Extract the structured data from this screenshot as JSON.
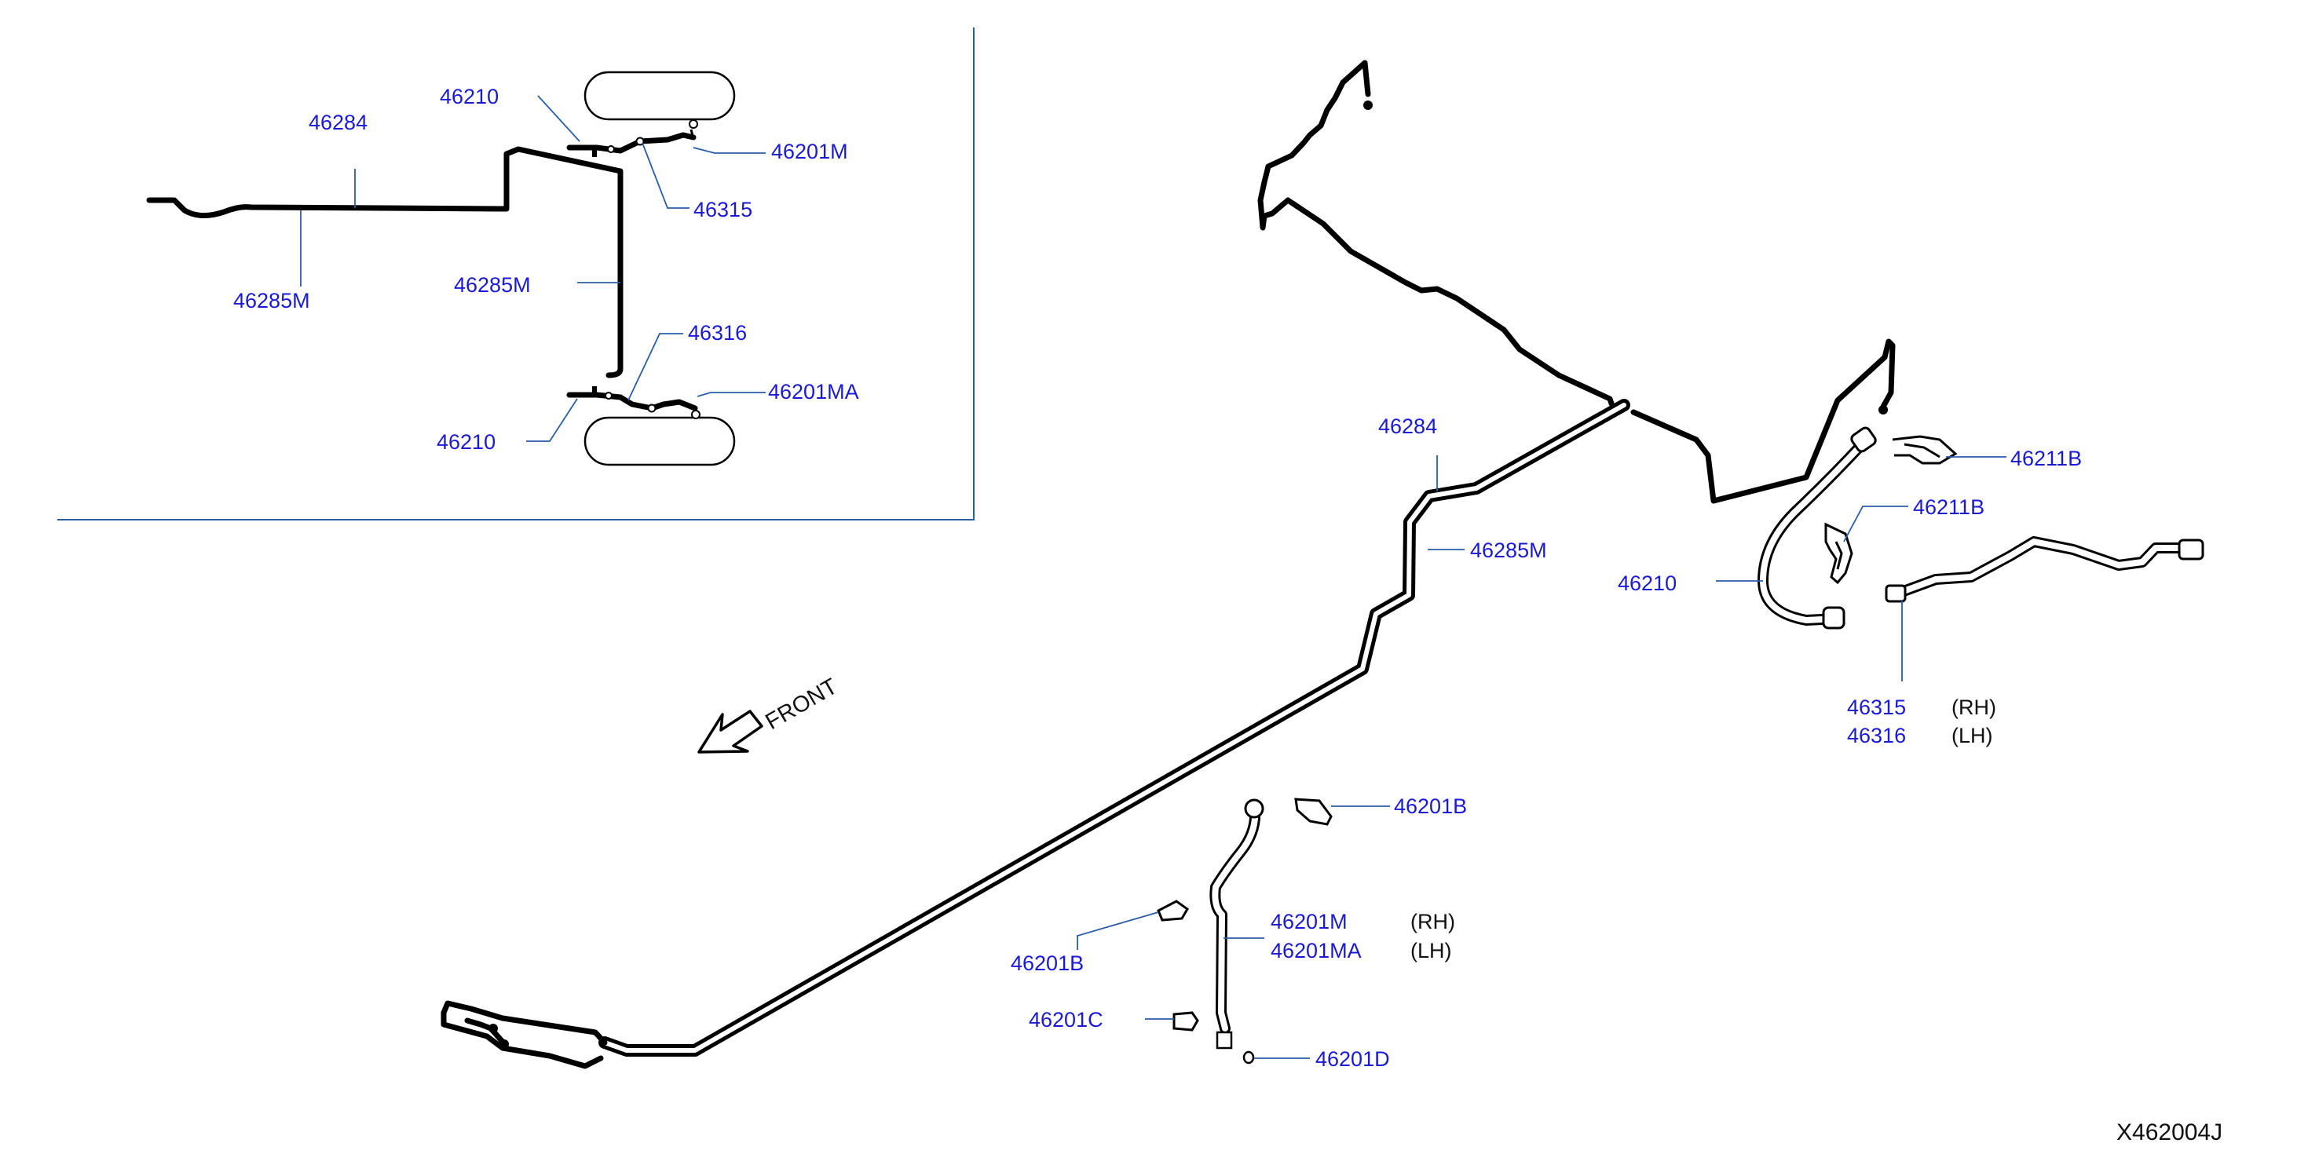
{
  "inset": {
    "labels": {
      "l46284": "46284",
      "l46285m": "46285M",
      "l46285m_v": "46285M",
      "l46210_top": "46210",
      "l46210_bot": "46210",
      "l46201m": "46201M",
      "l46315": "46315",
      "l46316": "46316",
      "l46201ma": "46201MA"
    }
  },
  "main": {
    "labels": {
      "l46284": "46284",
      "l46285m": "46285M",
      "l46210": "46210",
      "l46211b_a": "46211B",
      "l46211b_b": "46211B",
      "l46315": "46315",
      "l46315_side": "(RH)",
      "l46316": "46316",
      "l46316_side": "(LH)",
      "l46201b_a": "46201B",
      "l46201b_b": "46201B",
      "l46201m": "46201M",
      "l46201m_side": "(RH)",
      "l46201ma": "46201MA",
      "l46201ma_side": "(LH)",
      "l46201c": "46201C",
      "l46201d": "46201D"
    },
    "front_label": "FRONT"
  },
  "diagram_code": "X462004J",
  "colors": {
    "part_number": "#1a1ad6",
    "leader": "#2b5ca8",
    "line": "#000000"
  }
}
